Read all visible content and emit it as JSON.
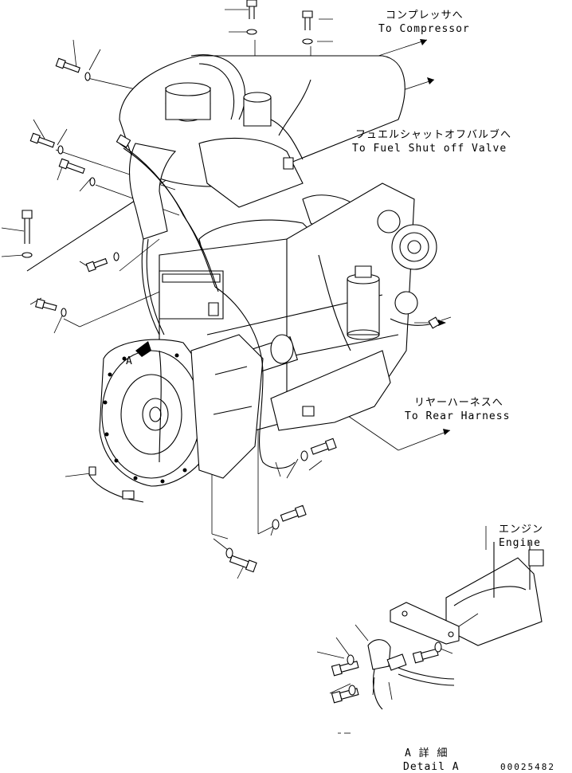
{
  "labels": {
    "compressor_jp": "コンプレッサへ",
    "compressor_en": "To Compressor",
    "fuel_jp": "フュエルシャットオフバルブへ",
    "fuel_en": "To Fuel Shut off Valve",
    "rear_jp": "リヤーハーネスへ",
    "rear_en": "To Rear Harness",
    "engine_jp": "エンジン",
    "engine_en": "Engine",
    "detail_marker": "A",
    "detail_jp": "A 詳 細",
    "detail_en": "Detail A",
    "figure_code": "00025482"
  }
}
